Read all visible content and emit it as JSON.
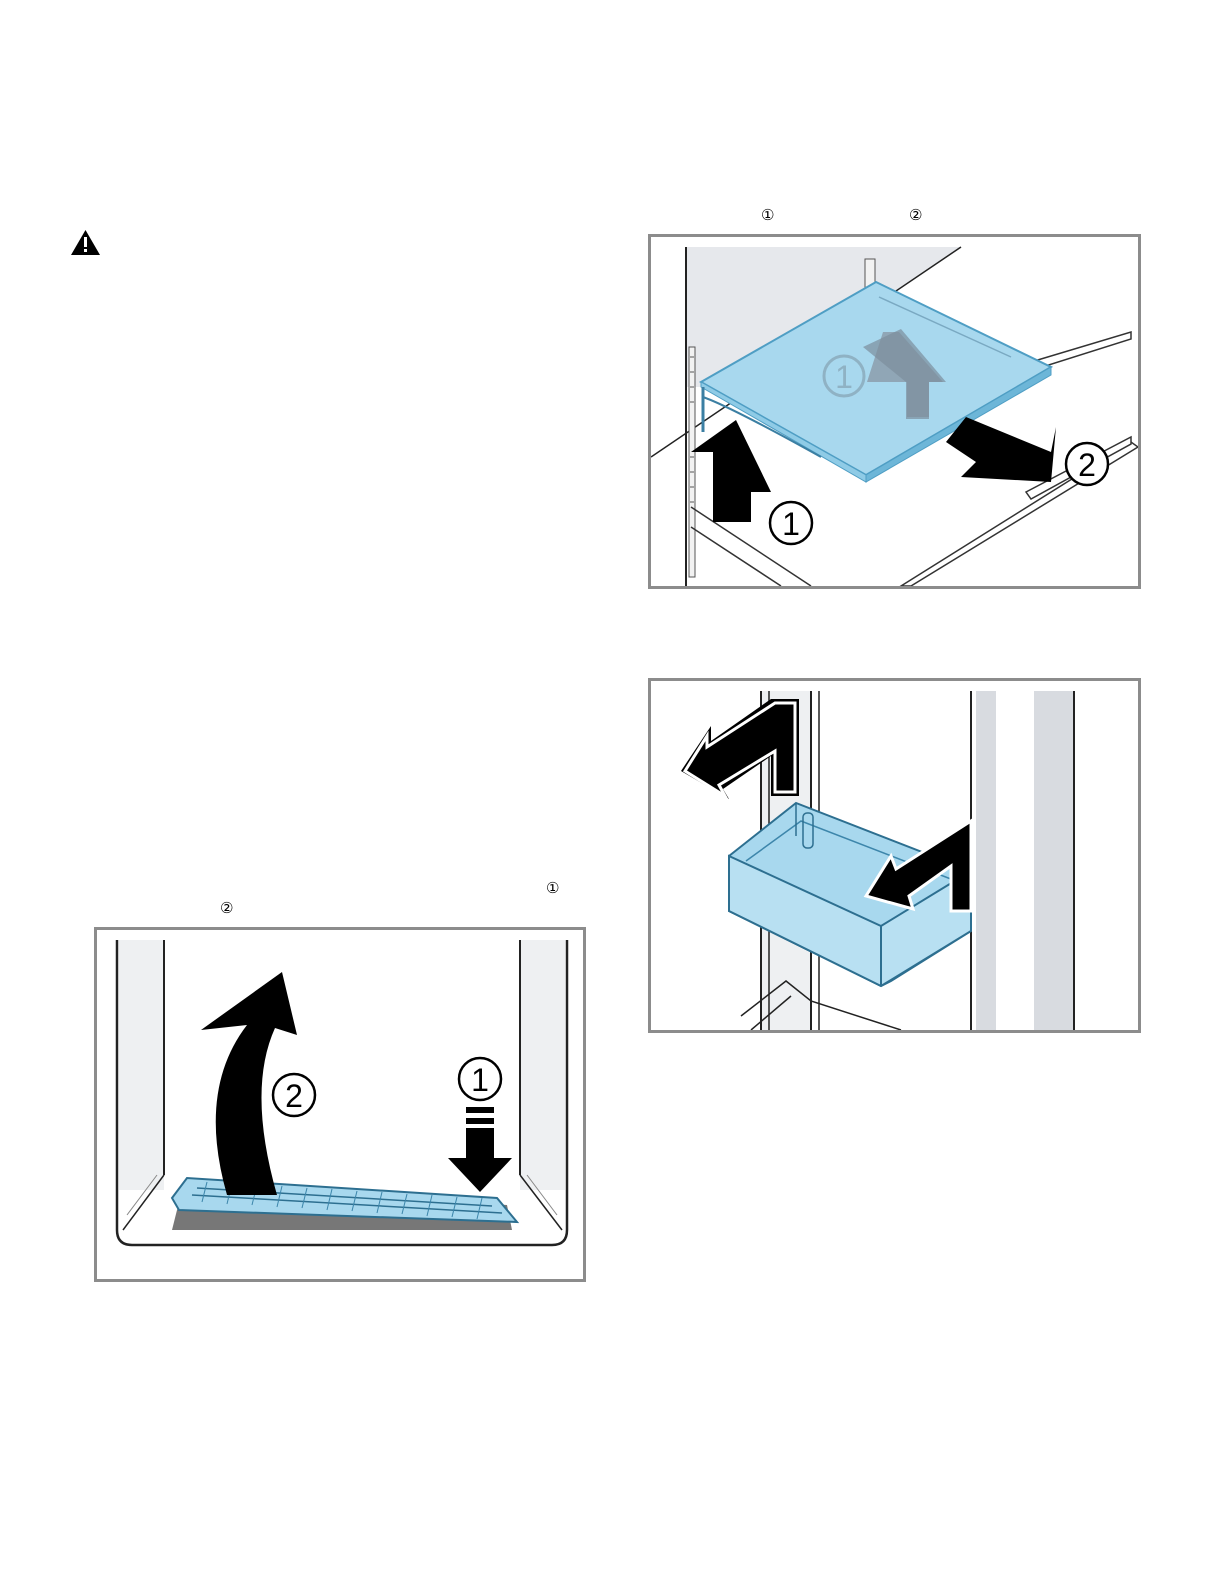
{
  "warning": {
    "icon": "warning-triangle-icon"
  },
  "shelf_step": {
    "marker_1": "①",
    "marker_2": "②",
    "callout_1": "1",
    "callout_2": "2",
    "callout_ghost": "1"
  },
  "tray_step": {
    "marker_1": "①",
    "marker_2": "②",
    "callout_1": "1",
    "callout_2": "2"
  },
  "colors": {
    "part_blue": "#a8d8ee",
    "part_blue_dark": "#4f9ec4",
    "frame_gray": "#8c8c8c",
    "wall_gray": "#e6e8ec"
  }
}
